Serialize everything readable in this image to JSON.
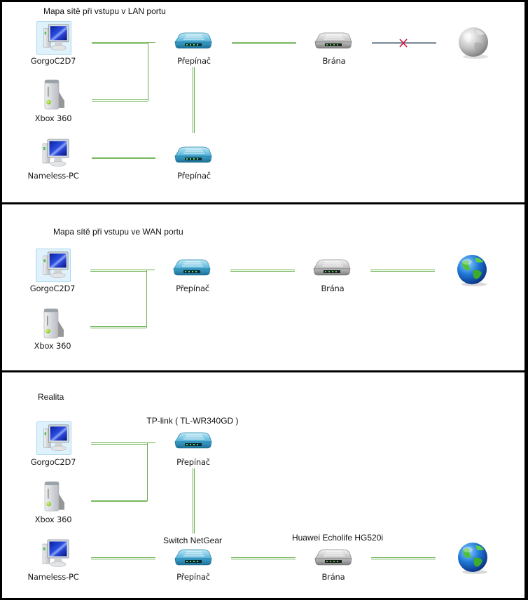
{
  "colors": {
    "link": "#6ab04c",
    "broken_link": "#6b7b8c",
    "broken_mark": "#d0103a",
    "border": "#000000",
    "background": "#ffffff"
  },
  "sections": [
    {
      "title": "Mapa sítě při vstupu v LAN portu",
      "nodes": {
        "pc1": {
          "label": "GorgoC2D7",
          "icon": "computer-icon",
          "selected": true
        },
        "xbox": {
          "label": "Xbox 360",
          "icon": "xbox-console-icon"
        },
        "pc2": {
          "label": "Nameless-PC",
          "icon": "computer-icon"
        },
        "switch1": {
          "label": "Přepínač",
          "icon": "network-switch-icon"
        },
        "switch2": {
          "label": "Přepínač",
          "icon": "network-switch-icon"
        },
        "gateway": {
          "label": "Brána",
          "icon": "gateway-router-icon"
        },
        "internet": {
          "label": "",
          "icon": "internet-globe-icon",
          "status": "disconnected"
        }
      },
      "links": [
        {
          "from": "pc1",
          "to": "switch1",
          "status": "connected"
        },
        {
          "from": "xbox",
          "to": "switch1",
          "status": "connected"
        },
        {
          "from": "switch1",
          "to": "switch2",
          "status": "connected"
        },
        {
          "from": "pc2",
          "to": "switch2",
          "status": "connected"
        },
        {
          "from": "switch1",
          "to": "gateway",
          "status": "connected"
        },
        {
          "from": "gateway",
          "to": "internet",
          "status": "broken"
        }
      ]
    },
    {
      "title": "Mapa sítě při vstupu ve WAN portu",
      "nodes": {
        "pc1": {
          "label": "GorgoC2D7",
          "icon": "computer-icon",
          "selected": true
        },
        "xbox": {
          "label": "Xbox 360",
          "icon": "xbox-console-icon"
        },
        "switch1": {
          "label": "Přepínač",
          "icon": "network-switch-icon"
        },
        "gateway": {
          "label": "Brána",
          "icon": "gateway-router-icon"
        },
        "internet": {
          "label": "",
          "icon": "internet-globe-icon",
          "status": "connected"
        }
      },
      "links": [
        {
          "from": "pc1",
          "to": "switch1",
          "status": "connected"
        },
        {
          "from": "xbox",
          "to": "switch1",
          "status": "connected"
        },
        {
          "from": "switch1",
          "to": "gateway",
          "status": "connected"
        },
        {
          "from": "gateway",
          "to": "internet",
          "status": "connected"
        }
      ]
    },
    {
      "title": "Realita",
      "nodes": {
        "pc1": {
          "label": "GorgoC2D7",
          "icon": "computer-icon",
          "selected": true
        },
        "xbox": {
          "label": "Xbox 360",
          "icon": "xbox-console-icon"
        },
        "pc2": {
          "label": "Nameless-PC",
          "icon": "computer-icon"
        },
        "switch1": {
          "label": "Přepínač",
          "caption": "TP-link ( TL-WR340GD )",
          "icon": "network-switch-icon"
        },
        "switch2": {
          "label": "Přepínač",
          "caption": "Switch NetGear",
          "icon": "network-switch-icon"
        },
        "gateway": {
          "label": "Brána",
          "caption": "Huawei Echolife HG520i",
          "icon": "gateway-router-icon"
        },
        "internet": {
          "label": "",
          "icon": "internet-globe-icon",
          "status": "connected"
        }
      },
      "links": [
        {
          "from": "pc1",
          "to": "switch1",
          "status": "connected"
        },
        {
          "from": "xbox",
          "to": "switch1",
          "status": "connected"
        },
        {
          "from": "switch1",
          "to": "switch2",
          "status": "connected"
        },
        {
          "from": "pc2",
          "to": "switch2",
          "status": "connected"
        },
        {
          "from": "switch2",
          "to": "gateway",
          "status": "connected"
        },
        {
          "from": "gateway",
          "to": "internet",
          "status": "connected"
        }
      ]
    }
  ]
}
